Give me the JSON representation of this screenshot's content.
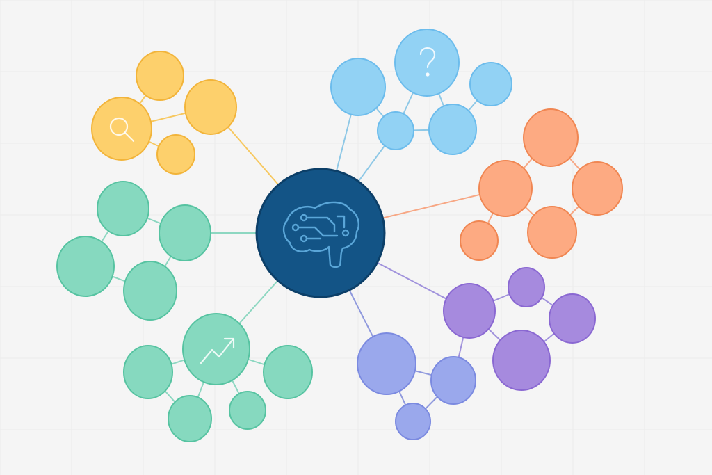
{
  "diagram": {
    "background": "#f5f5f5",
    "grid_color": "#ebebeb",
    "hub": {
      "icon": "brain-circuit-icon",
      "fill": "#135486",
      "stroke": "#0c3f68",
      "icon_color": "#5aa6d8"
    },
    "clusters": [
      {
        "name": "yellow",
        "fill": "#fdd06c",
        "stroke": "#f2b43a",
        "link": "#f7c85f",
        "icon": "magnifier-icon"
      },
      {
        "name": "light-blue",
        "fill": "#92d2f4",
        "stroke": "#6cbcec",
        "link": "#8ec8e6",
        "icon": "question-mark-icon"
      },
      {
        "name": "orange",
        "fill": "#fdaa82",
        "stroke": "#f08652",
        "link": "#f7a784",
        "icon": ""
      },
      {
        "name": "teal-left",
        "fill": "#86d9bf",
        "stroke": "#56c3a1",
        "link": "#8dd7c1",
        "icon": ""
      },
      {
        "name": "teal-bottom",
        "fill": "#86d9bf",
        "stroke": "#56c3a1",
        "link": "#8dd7c1",
        "icon": "trend-up-icon"
      },
      {
        "name": "periwinkle",
        "fill": "#9aa8ec",
        "stroke": "#7b8ae0",
        "link": "#8f99dd",
        "icon": ""
      },
      {
        "name": "purple",
        "fill": "#a68ade",
        "stroke": "#8a68d2",
        "link": "#a092dc",
        "icon": ""
      }
    ]
  }
}
